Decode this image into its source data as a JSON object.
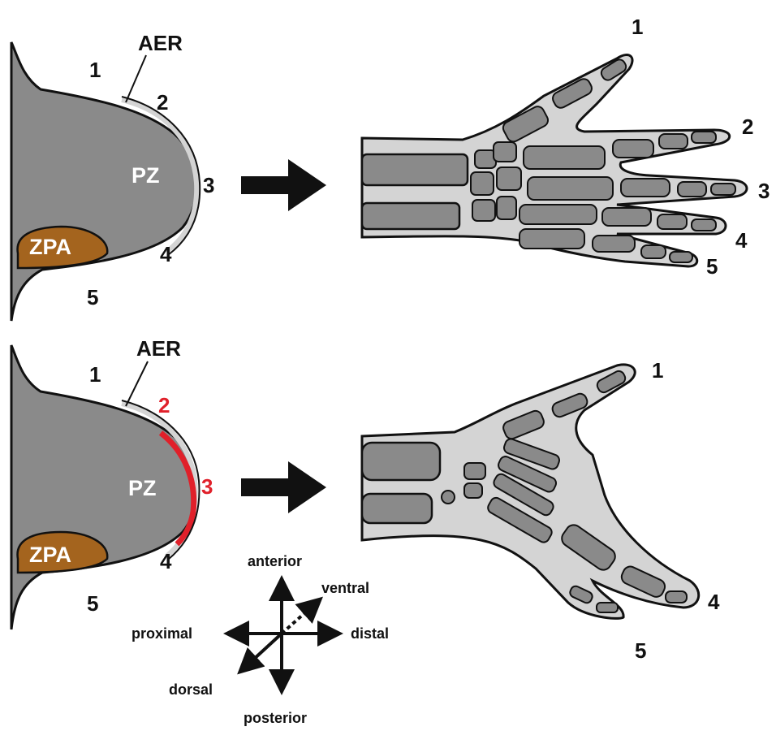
{
  "colors": {
    "bud": "#8a8a8a",
    "zpa": "#a4641e",
    "hand_skin": "#d4d4d4",
    "bone": "#8a8a8a",
    "highlight": "#e0202a",
    "outline": "#111111"
  },
  "top": {
    "bud": {
      "aer": "AER",
      "pz": "PZ",
      "zpa": "ZPA",
      "digits": [
        "1",
        "2",
        "3",
        "4",
        "5"
      ]
    },
    "hand_digits": [
      "1",
      "2",
      "3",
      "4",
      "5"
    ]
  },
  "bottom": {
    "bud": {
      "aer": "AER",
      "pz": "PZ",
      "zpa": "ZPA",
      "digits": [
        "1",
        "2",
        "3",
        "4",
        "5"
      ]
    },
    "hand_digits": [
      "1",
      "4",
      "5"
    ]
  },
  "axes": {
    "anterior": "anterior",
    "posterior": "posterior",
    "proximal": "proximal",
    "distal": "distal",
    "dorsal": "dorsal",
    "ventral": "ventral"
  }
}
